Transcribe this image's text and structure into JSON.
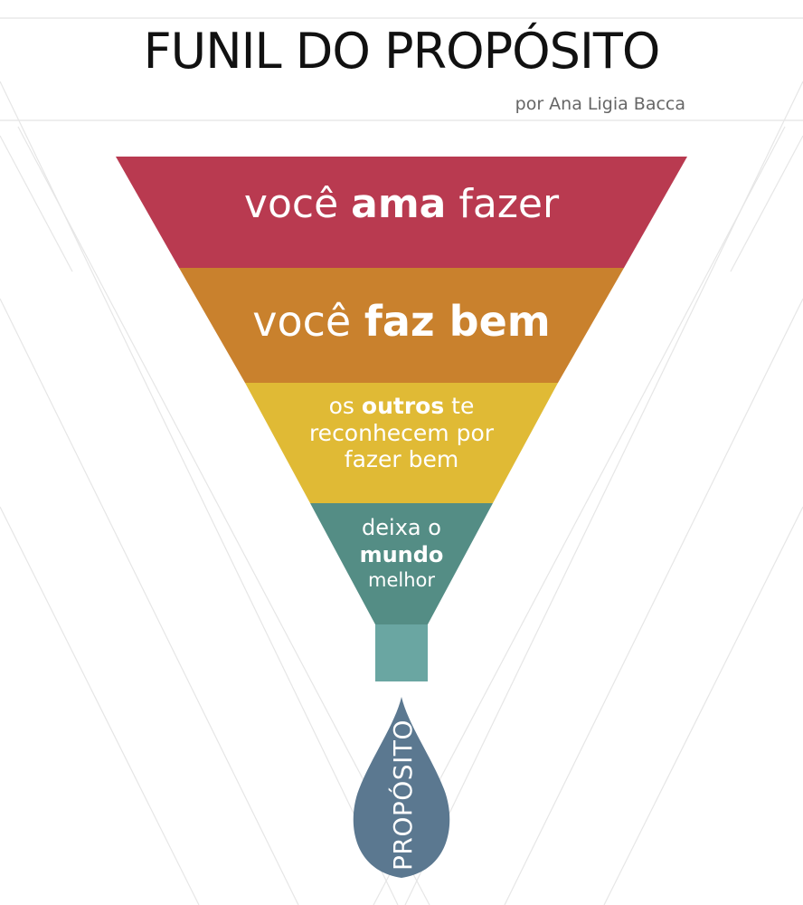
{
  "header": {
    "title": "FUNIL DO PROPÓSITO",
    "subtitle": "por Ana Ligia Bacca"
  },
  "funnel": {
    "levels": [
      {
        "pre": "você ",
        "bold": "ama",
        "post": " fazer",
        "color": "#b93a50"
      },
      {
        "pre": "você ",
        "bold": "faz bem",
        "post": "",
        "color": "#c9812d"
      },
      {
        "line1_pre": "os ",
        "line1_bold": "outros",
        "line1_post": " te",
        "line2": "reconhecem por",
        "line3": "fazer bem",
        "color": "#e0ba35"
      },
      {
        "line1": "deixa o",
        "line2_bold": "mundo",
        "line3": "melhor",
        "color": "#548d85"
      }
    ],
    "spout_color": "#6aa6a2"
  },
  "drop": {
    "label": "PROPÓSITO",
    "color": "#5b7890"
  },
  "background": {
    "line_color": "#e6e6e6"
  }
}
